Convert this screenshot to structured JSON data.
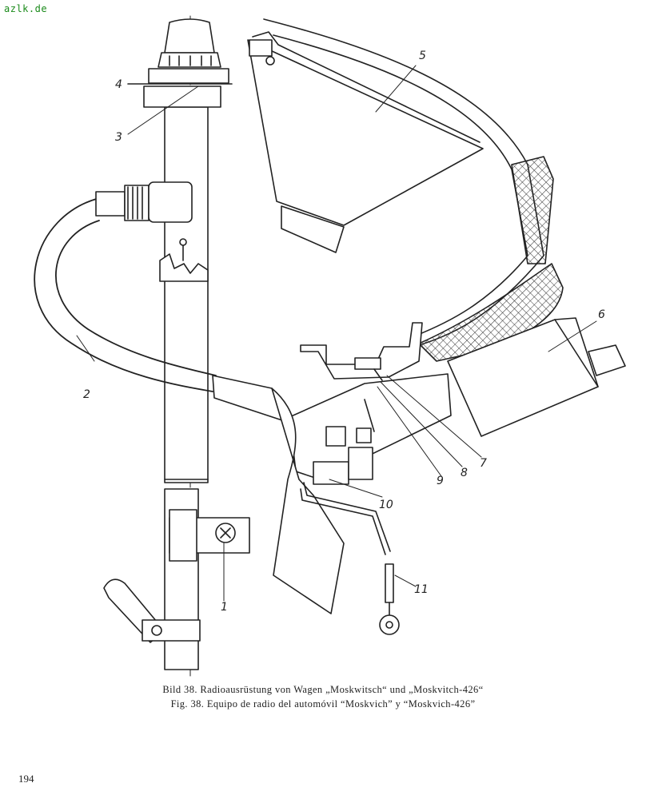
{
  "watermark": "azlk.de",
  "figure": {
    "callouts": [
      "1",
      "2",
      "3",
      "4",
      "5",
      "6",
      "7",
      "8",
      "9",
      "10",
      "11"
    ]
  },
  "caption": {
    "german": "Bild 38. Radioausrüstung von Wagen „Moskwitsch“ und „Moskvitch-426“",
    "spanish": "Fig. 38. Equipo de radio del automóvil “Moskvich” y “Moskvich-426”"
  },
  "page_number": "194"
}
